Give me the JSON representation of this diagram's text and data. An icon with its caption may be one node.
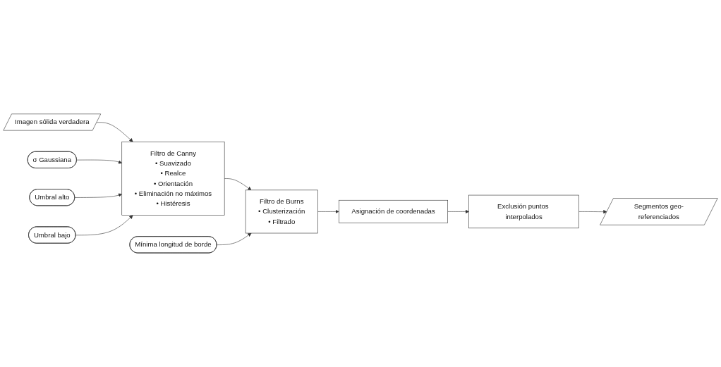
{
  "diagram": {
    "nodes": [
      {
        "text": [
          "Imagen sólida verdadera"
        ]
      },
      {
        "text": [
          "Filtro de Canny",
          "• Suavizado",
          "• Realce",
          "• Orientación",
          "• Eliminación no máximos",
          "• Histéresis"
        ]
      },
      {
        "text": [
          "σ Gaussiana"
        ]
      },
      {
        "text": [
          "Umbral alto"
        ]
      },
      {
        "text": [
          "Umbral bajo"
        ]
      },
      {
        "text": [
          "Filtro de Burns",
          "• Clusterización",
          "• Filtrado"
        ]
      },
      {
        "text": [
          "Mínima longitud de borde"
        ]
      },
      {
        "text": [
          "Asignación de coordenadas"
        ]
      },
      {
        "text": [
          "Exclusión puntos interpolados"
        ]
      },
      {
        "text": [
          "Segmentos geo-referenciados"
        ]
      }
    ],
    "edges": [
      {
        "from": 0,
        "to": 1,
        "arrow": "to"
      },
      {
        "from": 2,
        "to": 1,
        "arrow": "to"
      },
      {
        "from": 3,
        "to": 1,
        "arrow": "to"
      },
      {
        "from": 4,
        "to": 1,
        "arrow": "to"
      },
      {
        "from": 1,
        "to": 5,
        "arrow": "to"
      },
      {
        "from": 6,
        "to": 5,
        "arrow": "to"
      },
      {
        "from": 5,
        "to": 7,
        "arrow": "to"
      },
      {
        "from": 7,
        "to": 8,
        "arrow": "to"
      },
      {
        "from": 8,
        "to": 9,
        "arrow": "to"
      }
    ]
  }
}
